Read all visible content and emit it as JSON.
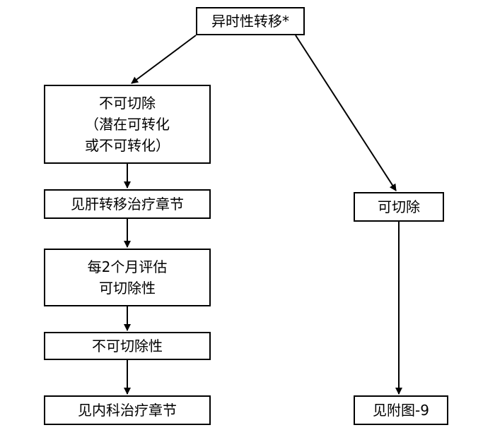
{
  "nodes": {
    "root": {
      "label": "异时性转移*"
    },
    "unresectable": {
      "lines": [
        "不可切除",
        "（潜在可转化",
        "或不可转化）"
      ]
    },
    "liver_chapter": {
      "label": "见肝转移治疗章节"
    },
    "assess": {
      "lines": [
        "每2个月评估",
        "可切除性"
      ]
    },
    "not_resectable": {
      "label": "不可切除性"
    },
    "medical_chapter": {
      "label": "见内科治疗章节"
    },
    "resectable": {
      "label": "可切除"
    },
    "appendix": {
      "label": "见附图-9"
    }
  },
  "edges": [
    {
      "from": "root",
      "to": "unresectable"
    },
    {
      "from": "root",
      "to": "resectable"
    },
    {
      "from": "unresectable",
      "to": "liver_chapter"
    },
    {
      "from": "liver_chapter",
      "to": "assess"
    },
    {
      "from": "assess",
      "to": "not_resectable"
    },
    {
      "from": "not_resectable",
      "to": "medical_chapter"
    },
    {
      "from": "resectable",
      "to": "appendix"
    }
  ]
}
